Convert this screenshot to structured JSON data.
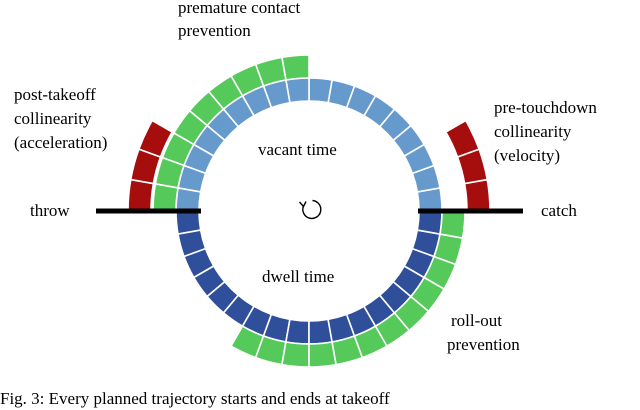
{
  "colors": {
    "vacant": "#6699cc",
    "dwell": "#2f4f9a",
    "green": "#55c95a",
    "red": "#a60d0d",
    "bar": "#000000"
  },
  "labels": {
    "premature_line1": "premature contact",
    "premature_line2": "prevention",
    "post_line1": "post-takeoff",
    "post_line2": "collinearity",
    "post_line3": "(acceleration)",
    "pre_line1": "pre-touchdown",
    "pre_line2": "collinearity",
    "pre_line3": "(velocity)",
    "throw": "throw",
    "catch": "catch",
    "vacant_time": "vacant time",
    "dwell_time": "dwell time",
    "rollout_line1": "roll-out",
    "rollout_line2": "prevention"
  },
  "caption": "Fig. 3: Every planned trajectory starts and ends at takeoff",
  "icons": {
    "rotation": "clockwise-rotation-icon"
  }
}
